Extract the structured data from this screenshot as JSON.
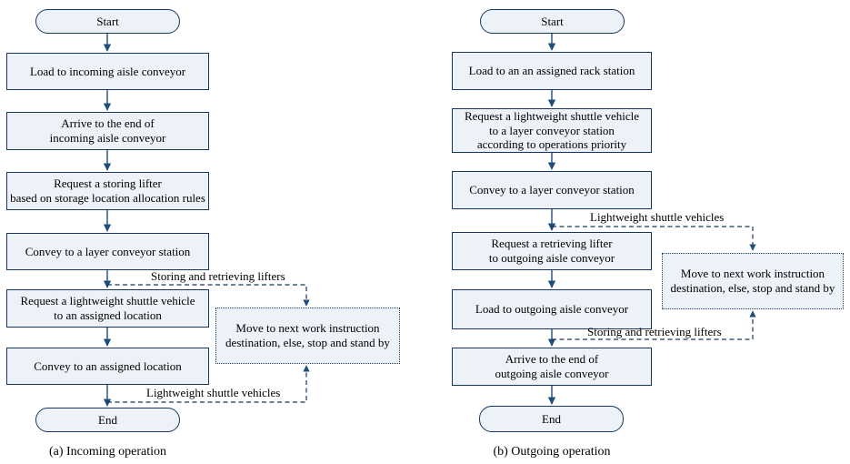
{
  "figure": {
    "colors": {
      "node_fill": "#edf2f9",
      "node_border": "#17375e",
      "arrow": "#1f4e79",
      "text": "#000000"
    },
    "charts": [
      {
        "caption": "(a) Incoming operation",
        "start_label": "Start",
        "end_label": "End",
        "steps": [
          "Load to incoming aisle conveyor",
          "Arrive to the end of\nincoming aisle conveyor",
          "Request a storing lifter\nbased on storage location allocation rules",
          "Convey to a layer conveyor station",
          "Request a lightweight shuttle vehicle\nto an assigned location",
          "Convey to an assigned location"
        ],
        "side_box": "Move to next work instruction\ndestination, else, stop and stand by",
        "connector_labels": {
          "top": "Storing and retrieving lifters",
          "bottom": "Lightweight shuttle vehicles"
        }
      },
      {
        "caption": "(b) Outgoing operation",
        "start_label": "Start",
        "end_label": "End",
        "steps": [
          "Load to an an assigned rack station",
          "Request a lightweight shuttle vehicle\nto a layer conveyor station\naccording to operations priority",
          "Convey to a layer conveyor station",
          "Request a retrieving lifter\nto outgoing aisle conveyor",
          "Load to outgoing aisle conveyor",
          "Arrive to the end of\noutgoing aisle conveyor"
        ],
        "side_box": "Move to next work instruction\ndestination, else, stop and stand by",
        "connector_labels": {
          "top": "Lightweight shuttle vehicles",
          "bottom": "Storing and retrieving lifters"
        }
      }
    ]
  }
}
